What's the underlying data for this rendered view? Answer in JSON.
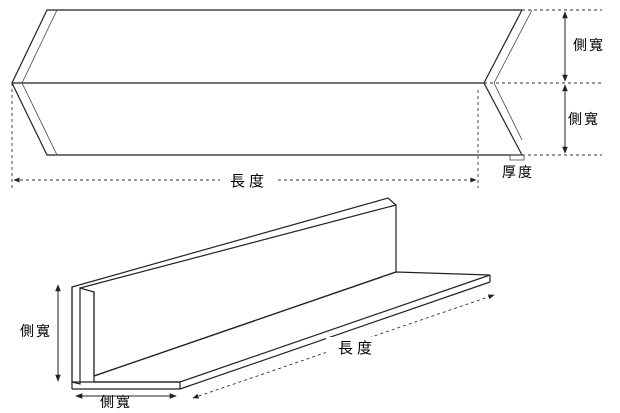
{
  "labels": {
    "top_side_width_upper": "側寬",
    "top_side_width_lower": "側寬",
    "top_length": "長度",
    "top_thickness": "厚度",
    "bottom_side_width_vertical": "側寬",
    "bottom_length": "長度",
    "bottom_side_width_horizontal": "側寬"
  }
}
